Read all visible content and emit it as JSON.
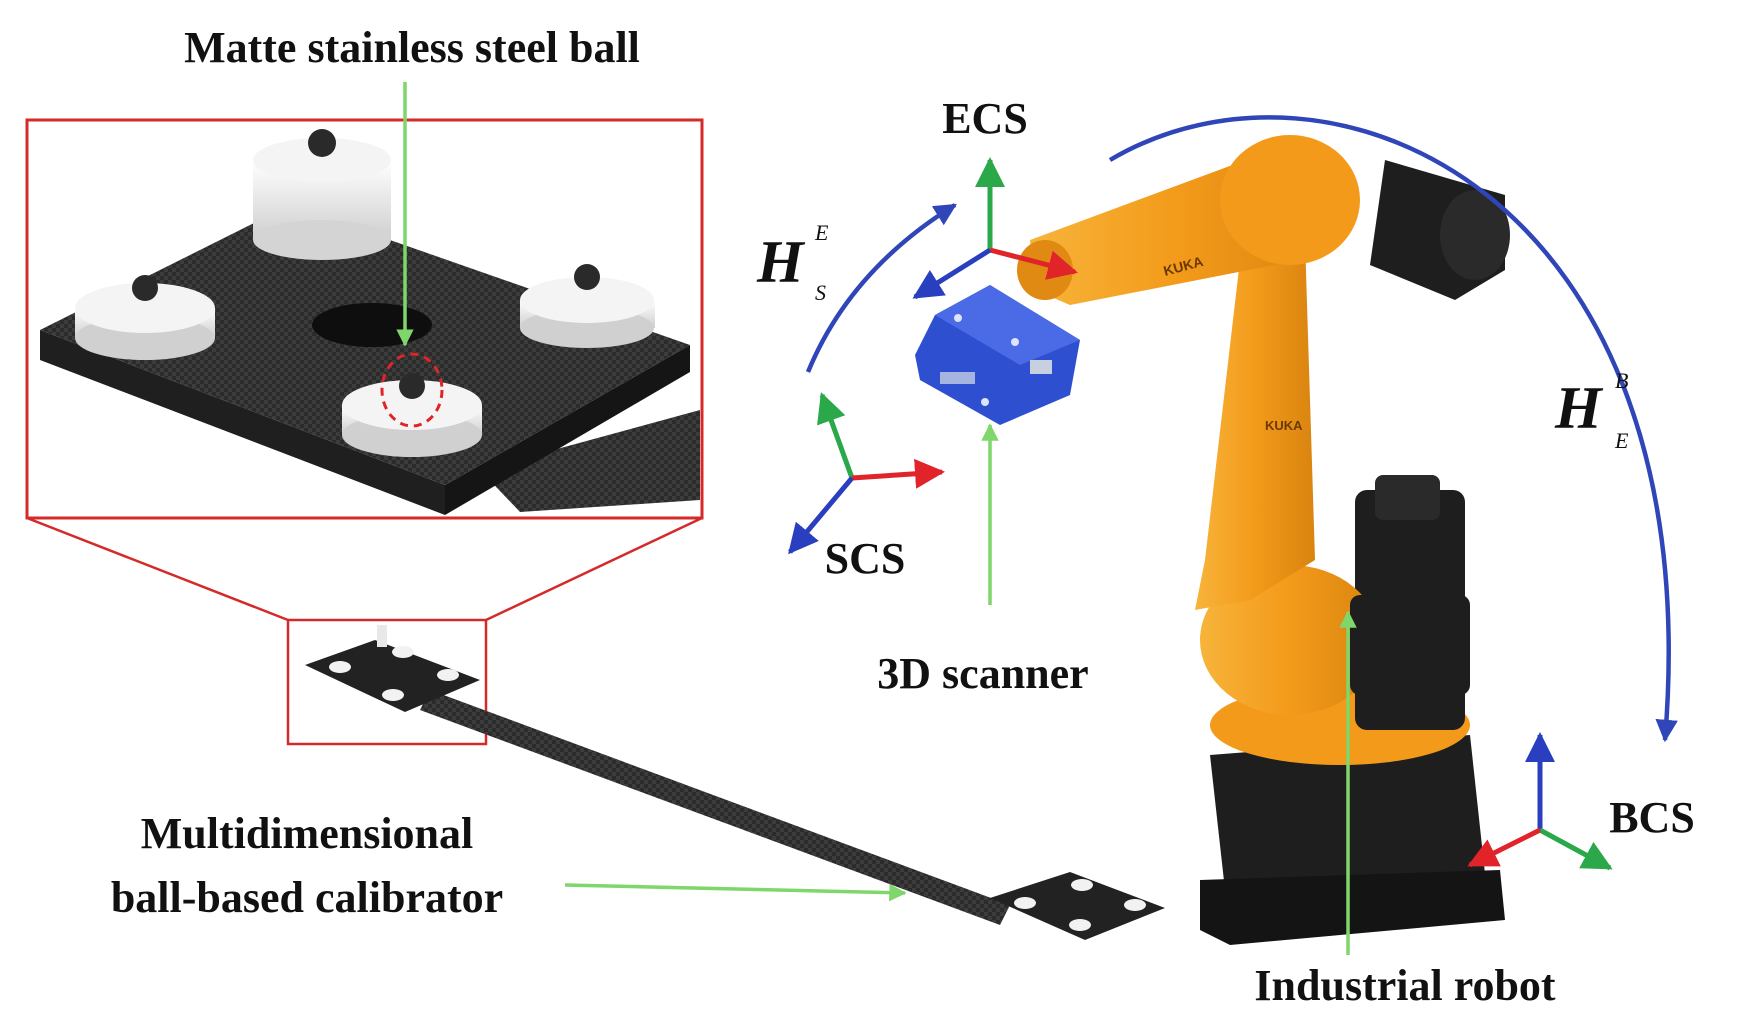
{
  "labels": {
    "steel_ball": "Matte stainless steel ball",
    "ecs": "ECS",
    "scs": "SCS",
    "bcs": "BCS",
    "scanner": "3D scanner",
    "robot": "Industrial robot",
    "calibrator_line1": "Multidimensional",
    "calibrator_line2": "ball-based calibrator",
    "robot_brand_1": "KUKA",
    "robot_brand_2": "KUKA"
  },
  "transforms": {
    "hse": {
      "symbol": "H",
      "superscript": "E",
      "subscript": "S"
    },
    "heb": {
      "symbol": "H",
      "superscript": "B",
      "subscript": "E"
    }
  },
  "colors": {
    "axis_x": "#e0242a",
    "axis_y": "#2aa84a",
    "axis_z": "#2a3fbf",
    "pointer": "#7fd66a",
    "transform_arc": "#2f45b8",
    "robot_orange": "#f5a623",
    "robot_dark": "#1e1e1e",
    "scanner_blue": "#2e4fd0",
    "callout_red": "#d42a2a",
    "plate": "#2b2b2b"
  }
}
